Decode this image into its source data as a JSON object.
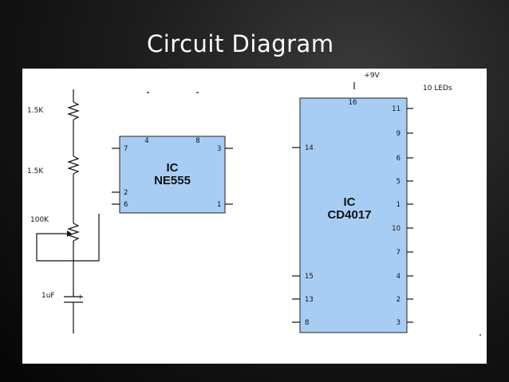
{
  "slide": {
    "title": "Circuit Diagram"
  },
  "resistors": {
    "r1": "1.5K",
    "r2": "1.5K",
    "pot": "100K"
  },
  "capacitor": {
    "value": "1uF",
    "polarity": "+"
  },
  "ne555": {
    "line1": "IC",
    "line2": "NE555",
    "pins": {
      "p4": "4",
      "p8": "8",
      "p7": "7",
      "p3": "3",
      "p2": "2",
      "p6": "6",
      "p1": "1"
    }
  },
  "cd4017": {
    "line1": "IC",
    "line2": "CD4017",
    "supply": "+9V",
    "pins": {
      "p16": "16",
      "p14": "14",
      "p15": "15",
      "p13": "13",
      "p8": "8",
      "p11": "11",
      "p9": "9",
      "p6": "6",
      "p5": "5",
      "p1": "1",
      "p10": "10",
      "p7": "7",
      "p4": "4",
      "p2": "2",
      "p3": "3"
    }
  },
  "leds": {
    "label": "10 LEDs"
  },
  "colors": {
    "chip_fill": "#a8cdf4",
    "panel": "#ffffff",
    "background": "#111111"
  }
}
